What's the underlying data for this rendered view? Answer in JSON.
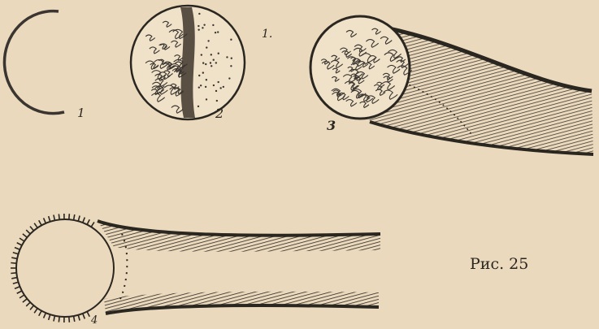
{
  "figure": {
    "caption": "Рис. 25",
    "labels": [
      {
        "id": "fig-1",
        "text": "1"
      },
      {
        "id": "fig-2",
        "text": "2"
      },
      {
        "id": "fig-3",
        "text": "3"
      },
      {
        "id": "fig-4",
        "text": "4"
      },
      {
        "id": "fig-mark",
        "text": "1."
      }
    ]
  },
  "colors": {
    "paper": "#ebd9bd",
    "ink": "#2a2620"
  }
}
